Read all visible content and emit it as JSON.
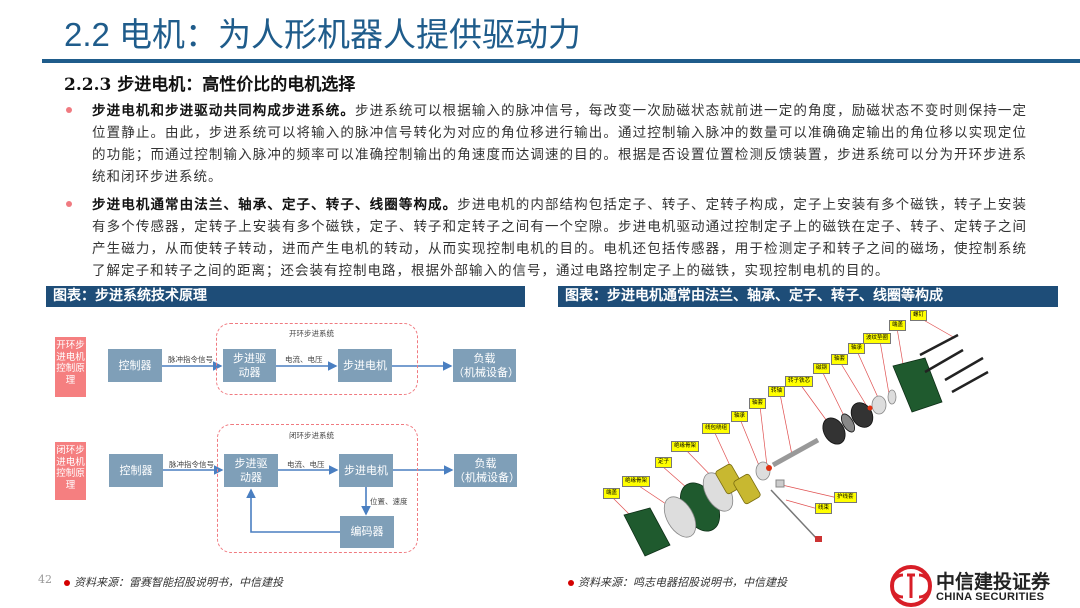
{
  "header": {
    "title": "2.2 电机：为人形机器人提供驱动力",
    "subtitle": "2.2.3 步进电机：高性价比的电机选择"
  },
  "paragraphs": [
    {
      "lead": "步进电机和步进驱动共同构成步进系统。",
      "body": "步进系统可以根据输入的脉冲信号，每改变一次励磁状态就前进一定的角度，励磁状态不变时则保持一定位置静止。由此，步进系统可以将输入的脉冲信号转化为对应的角位移进行输出。通过控制输入脉冲的数量可以准确确定输出的角位移以实现定位的功能；而通过控制输入脉冲的频率可以准确控制输出的角速度而达调速的目的。根据是否设置位置检测反馈装置，步进系统可以分为开环步进系统和闭环步进系统。"
    },
    {
      "lead": "步进电机通常由法兰、轴承、定子、转子、线圈等构成。",
      "body": "步进电机的内部结构包括定子、转子、定转子构成，定子上安装有多个磁铁，转子上安装有多个传感器，定转子上安装有多个磁铁，定子、转子和定转子之间有一个空隙。步进电机驱动通过控制定子上的磁铁在定子、转子、定转子之间产生磁力，从而使转子转动，进而产生电机的转动，从而实现控制电机的目的。电机还包括传感器，用于检测定子和转子之间的磁场，使控制系统了解定子和转子之间的距离；还会装有控制电路，根据外部输入的信号，通过电路控制定子上的磁铁，实现控制电机的目的。"
    }
  ],
  "figures": [
    {
      "caption": "图表：步进系统技术原理",
      "open": {
        "tag": "开环步进电机控制原理",
        "group": "开环步进系统",
        "controller": "控制器",
        "pulse": "脉冲指令信号",
        "driver": "步进驱动器",
        "cv": "电流、电压",
        "motor": "步进电机",
        "load": "负载",
        "load2": "（机械设备）"
      },
      "closed": {
        "tag": "闭环步进电机控制原理",
        "group": "闭环步进系统",
        "controller": "控制器",
        "pulse": "脉冲指令信号",
        "driver": "步进驱动器",
        "cv": "电流、电压",
        "motor": "步进电机",
        "load": "负载",
        "load2": "（机械设备）",
        "feedback": "位置、速度",
        "encoder": "编码器"
      },
      "source": "资料来源：雷赛智能招股说明书，中信建投"
    },
    {
      "caption": "图表：步进电机通常由法兰、轴承、定子、转子、线圈等构成",
      "parts": [
        "端盖",
        "绝缘骨架",
        "定子",
        "绝缘骨架",
        "线包绕组",
        "轴承",
        "轴套",
        "转轴",
        "转子铁芯",
        "磁钢",
        "轴套",
        "轴承",
        "波纹垫圈",
        "端盖",
        "螺钉",
        "护线套",
        "线束"
      ],
      "source": "资料来源：鸣志电器招股说明书，中信建投"
    }
  ],
  "footer": {
    "page": "42",
    "logo_cn": "中信建投证券",
    "logo_en": "CHINA SECURITIES"
  },
  "colors": {
    "brand": "#1f5c8b",
    "bar": "#1e4d78",
    "box": "#7f9fb8",
    "tag": "#f57f80"
  }
}
